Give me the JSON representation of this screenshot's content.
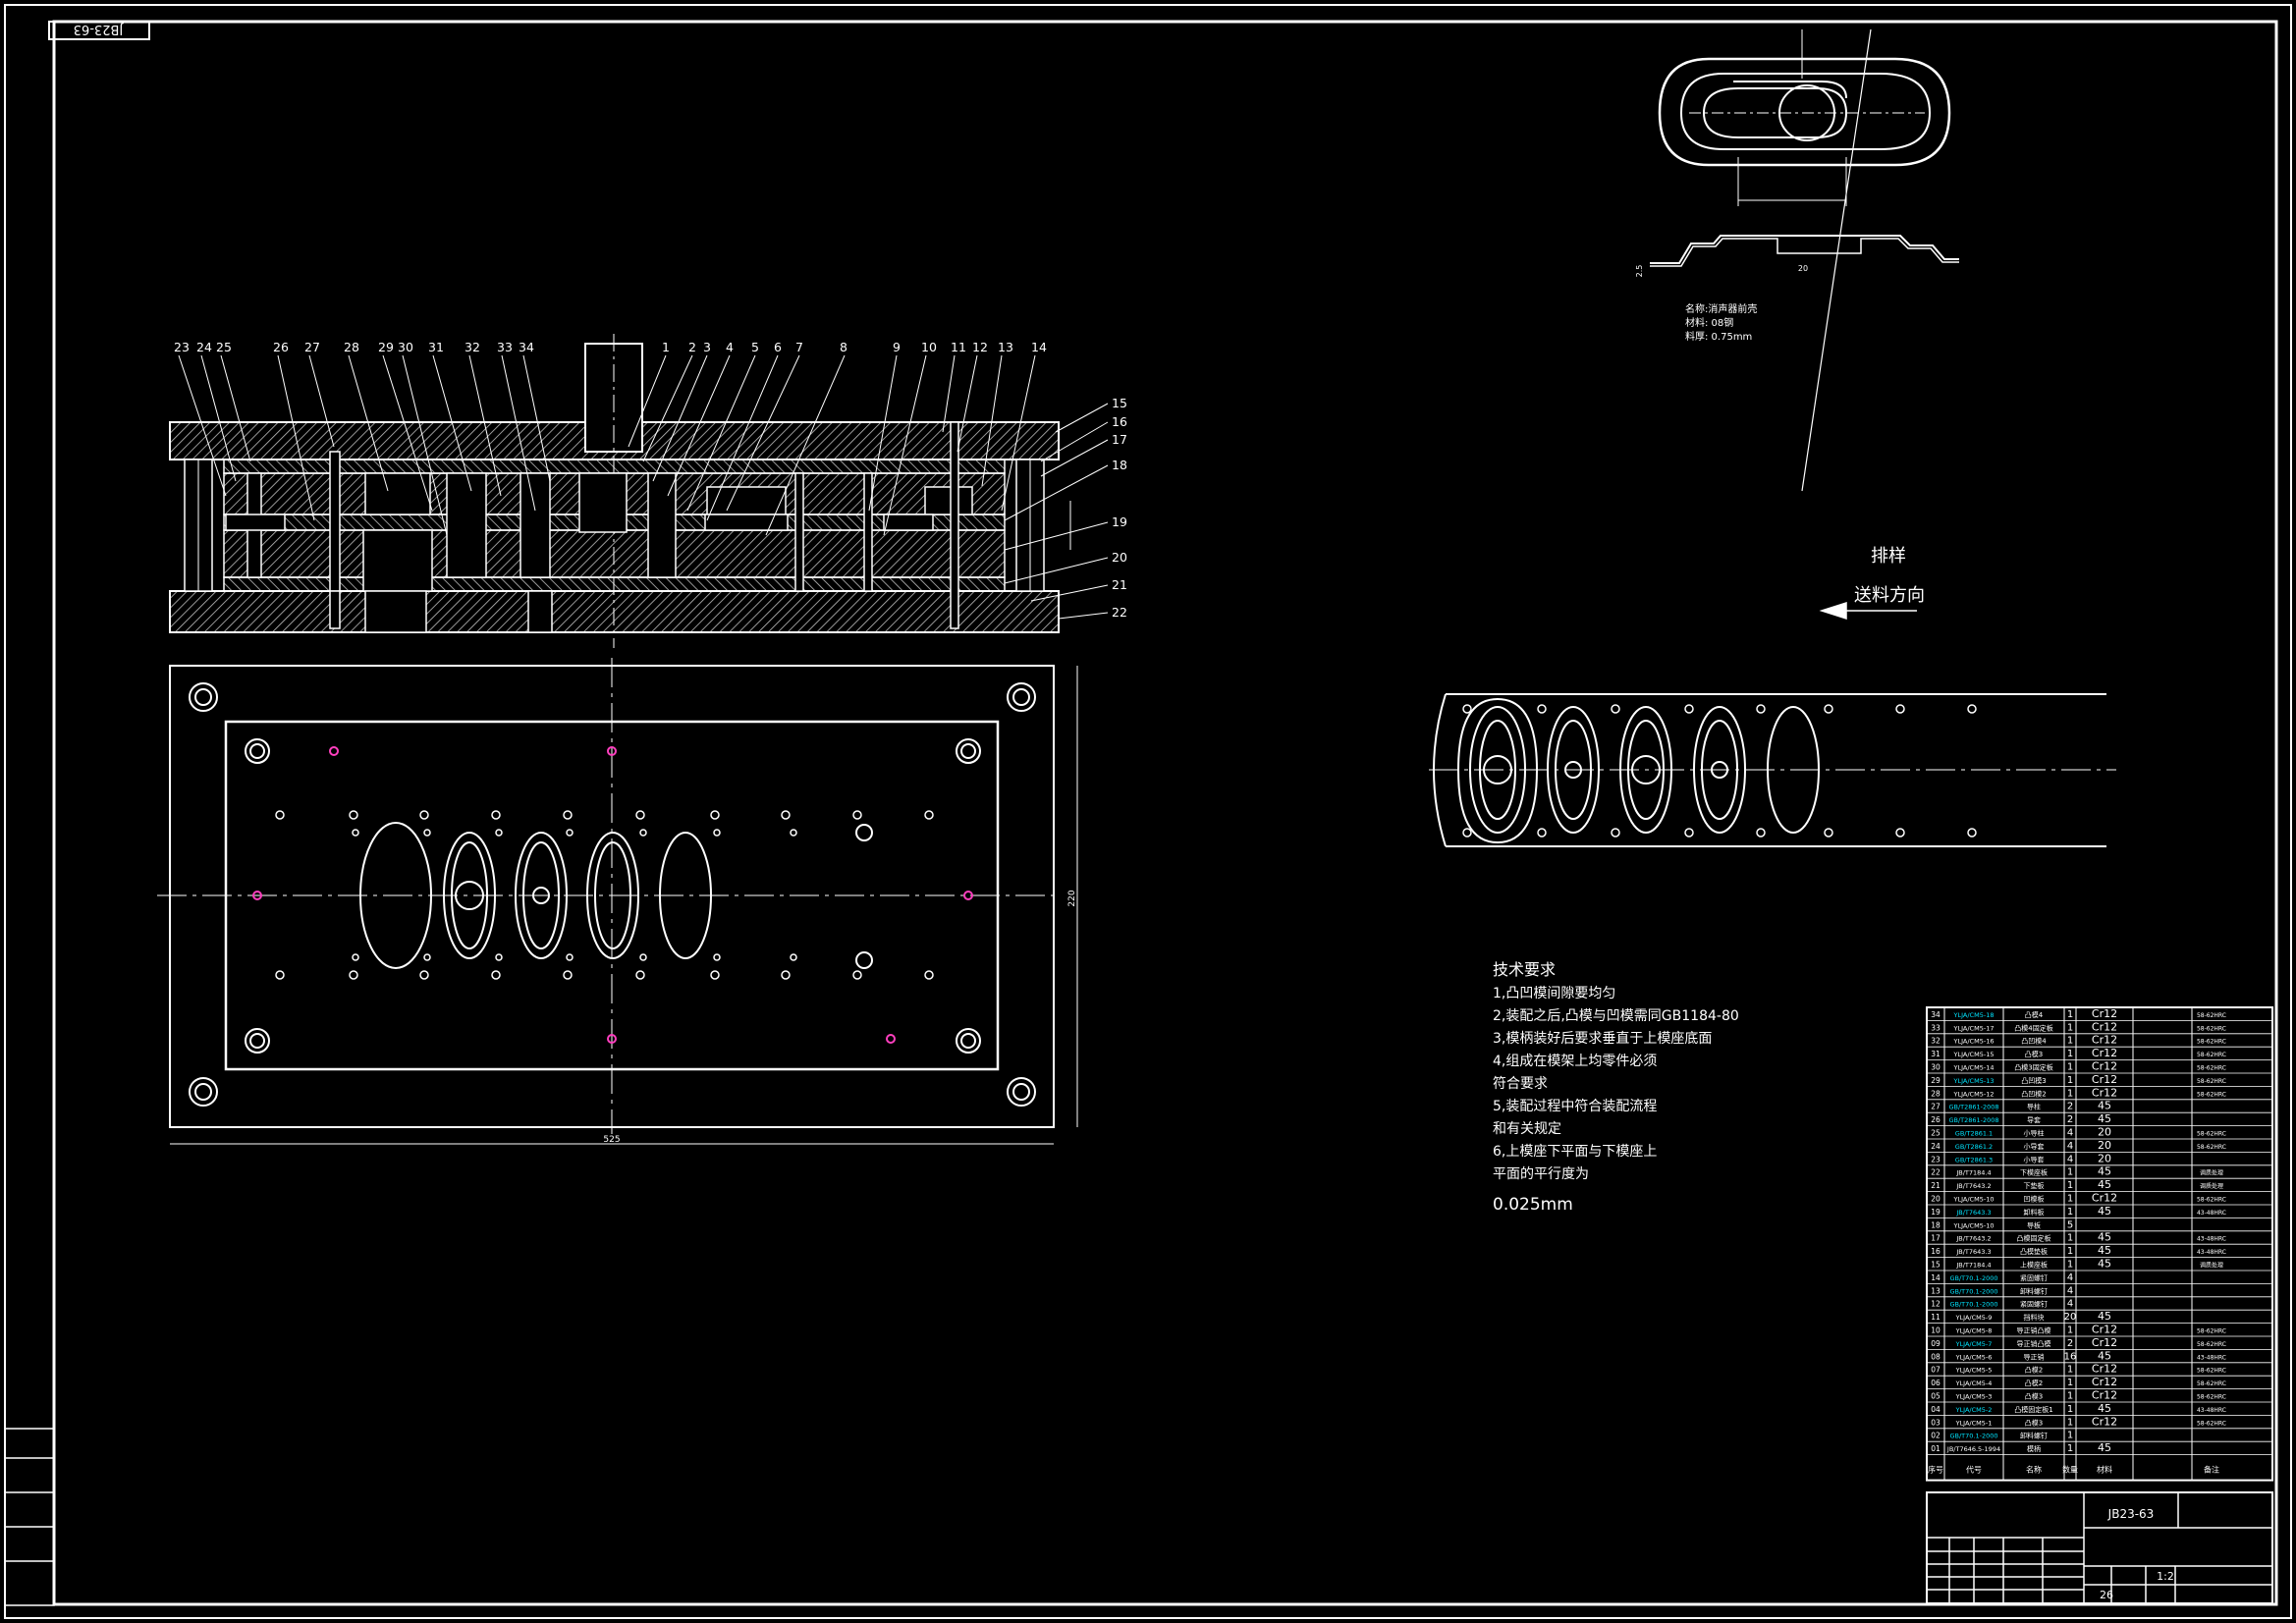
{
  "drawing": {
    "code_top": "JB23-63",
    "code_title": "JB23-63",
    "scale": "1:2",
    "sheet_count": "26",
    "colors": {
      "line": "#ffffff",
      "accent_cyan": "#00e5ff",
      "accent_magenta": "#ff3fbf",
      "hatch": "#d0d0d0"
    }
  },
  "layout_labels": {
    "title": "排样",
    "direction": "送料方向"
  },
  "part_info": {
    "name": "名称:消声器前壳",
    "material": "材料: 08钢",
    "thickness": "料厚: 0.75mm"
  },
  "balloons_top": [
    "23",
    "24",
    "25",
    "26",
    "27",
    "28",
    "29",
    "30",
    "31",
    "32",
    "33",
    "34",
    "1",
    "2",
    "3",
    "4",
    "5",
    "6",
    "7",
    "8",
    "9",
    "10",
    "11",
    "12",
    "13",
    "14"
  ],
  "balloons_right": [
    "15",
    "16",
    "17",
    "18",
    "19",
    "20",
    "21",
    "22"
  ],
  "technical": {
    "heading": "技术要求",
    "lines": [
      "1,凸凹模间隙要均匀",
      "2,装配之后,凸模与凹模需同GB1184-80",
      "3,模柄装好后要求垂直于上模座底面",
      "4,组成在模架上均零件必须",
      "符合要求",
      "5,装配过程中符合装配流程",
      "和有关规定",
      "6,上模座下平面与下模座上",
      "平面的平行度为",
      "0.025mm"
    ]
  },
  "bom": {
    "rows": [
      {
        "no": "34",
        "code": "YLJA/CM5-18",
        "name": "凸模4",
        "qty": "1",
        "mat": "Cr12",
        "note": "58-62HRC"
      },
      {
        "no": "33",
        "code": "YLJA/CM5-17",
        "name": "凸模4固定板",
        "qty": "1",
        "mat": "Cr12",
        "note": "58-62HRC"
      },
      {
        "no": "32",
        "code": "YLJA/CM5-16",
        "name": "凸凹模4",
        "qty": "1",
        "mat": "Cr12",
        "note": "58-62HRC"
      },
      {
        "no": "31",
        "code": "YLJA/CM5-15",
        "name": "凸模3",
        "qty": "1",
        "mat": "Cr12",
        "note": "58-62HRC"
      },
      {
        "no": "30",
        "code": "YLJA/CM5-14",
        "name": "凸模3固定板",
        "qty": "1",
        "mat": "Cr12",
        "note": "58-62HRC"
      },
      {
        "no": "29",
        "code": "YLJA/CM5-13",
        "name": "凸凹模3",
        "qty": "1",
        "mat": "Cr12",
        "note": "58-62HRC"
      },
      {
        "no": "28",
        "code": "YLJA/CM5-12",
        "name": "凸凹模2",
        "qty": "1",
        "mat": "Cr12",
        "note": "58-62HRC"
      },
      {
        "no": "27",
        "code": "GB/T2861-2008",
        "name": "导柱",
        "qty": "2",
        "mat": "45",
        "note": ""
      },
      {
        "no": "26",
        "code": "GB/T2861-2008",
        "name": "导套",
        "qty": "2",
        "mat": "45",
        "note": ""
      },
      {
        "no": "25",
        "code": "GB/T2861.1",
        "name": "小导柱",
        "qty": "4",
        "mat": "20",
        "note": "58-62HRC"
      },
      {
        "no": "24",
        "code": "GB/T2861.2",
        "name": "小导套",
        "qty": "4",
        "mat": "20",
        "note": "58-62HRC"
      },
      {
        "no": "23",
        "code": "GB/T2861.3",
        "name": "小导套",
        "qty": "4",
        "mat": "20",
        "note": ""
      },
      {
        "no": "22",
        "code": "JB/T7184.4",
        "name": "下模座板",
        "qty": "1",
        "mat": "45",
        "note": "调质处理"
      },
      {
        "no": "21",
        "code": "JB/T7643.2",
        "name": "下垫板",
        "qty": "1",
        "mat": "45",
        "note": "调质处理"
      },
      {
        "no": "20",
        "code": "YLJA/CM5-10",
        "name": "凹模板",
        "qty": "1",
        "mat": "Cr12",
        "note": "58-62HRC"
      },
      {
        "no": "19",
        "code": "JB/T7643.3",
        "name": "卸料板",
        "qty": "1",
        "mat": "45",
        "note": "43-48HRC"
      },
      {
        "no": "18",
        "code": "YLJA/CM5-10",
        "name": "导板",
        "qty": "5",
        "mat": "",
        "note": ""
      },
      {
        "no": "17",
        "code": "JB/T7643.2",
        "name": "凸模固定板",
        "qty": "1",
        "mat": "45",
        "note": "43-48HRC"
      },
      {
        "no": "16",
        "code": "JB/T7643.3",
        "name": "凸模垫板",
        "qty": "1",
        "mat": "45",
        "note": "43-48HRC"
      },
      {
        "no": "15",
        "code": "JB/T7184.4",
        "name": "上模座板",
        "qty": "1",
        "mat": "45",
        "note": "调质处理"
      },
      {
        "no": "14",
        "code": "GB/T70.1-2000",
        "name": "紧固螺钉",
        "qty": "4",
        "mat": "",
        "note": ""
      },
      {
        "no": "13",
        "code": "GB/T70.1-2000",
        "name": "卸料螺钉",
        "qty": "4",
        "mat": "",
        "note": ""
      },
      {
        "no": "12",
        "code": "GB/T70.1-2000",
        "name": "紧固螺钉",
        "qty": "4",
        "mat": "",
        "note": ""
      },
      {
        "no": "11",
        "code": "YLJA/CM5-9",
        "name": "挡料块",
        "qty": "20",
        "mat": "45",
        "note": ""
      },
      {
        "no": "10",
        "code": "YLJA/CM5-8",
        "name": "导正销凸模",
        "qty": "1",
        "mat": "Cr12",
        "note": "58-62HRC"
      },
      {
        "no": "09",
        "code": "YLJA/CM5-7",
        "name": "导正销凸模",
        "qty": "2",
        "mat": "Cr12",
        "note": "58-62HRC"
      },
      {
        "no": "08",
        "code": "YLJA/CM5-6",
        "name": "导正销",
        "qty": "16",
        "mat": "45",
        "note": "43-48HRC"
      },
      {
        "no": "07",
        "code": "YLJA/CM5-5",
        "name": "凸模2",
        "qty": "1",
        "mat": "Cr12",
        "note": "58-62HRC"
      },
      {
        "no": "06",
        "code": "YLJA/CM5-4",
        "name": "凸模2",
        "qty": "1",
        "mat": "Cr12",
        "note": "58-62HRC"
      },
      {
        "no": "05",
        "code": "YLJA/CM5-3",
        "name": "凸模3",
        "qty": "1",
        "mat": "Cr12",
        "note": "58-62HRC"
      },
      {
        "no": "04",
        "code": "YLJA/CM5-2",
        "name": "凸模固定板1",
        "qty": "1",
        "mat": "45",
        "note": "43-48HRC"
      },
      {
        "no": "03",
        "code": "YLJA/CM5-1",
        "name": "凸模3",
        "qty": "1",
        "mat": "Cr12",
        "note": "58-62HRC"
      },
      {
        "no": "02",
        "code": "GB/T70.1-2000",
        "name": "卸料螺钉",
        "qty": "1",
        "mat": "",
        "note": ""
      },
      {
        "no": "01",
        "code": "JB/T7646.5-1994",
        "name": "模柄",
        "qty": "1",
        "mat": "45",
        "note": ""
      }
    ],
    "header": {
      "no": "序号",
      "code": "代号",
      "name": "名称",
      "qty": "数量",
      "mat": "材料",
      "note": "备注"
    }
  },
  "dims": {
    "plan_width": "525",
    "plan_height": "220",
    "strip_t": "2.5",
    "part_w": "20"
  }
}
